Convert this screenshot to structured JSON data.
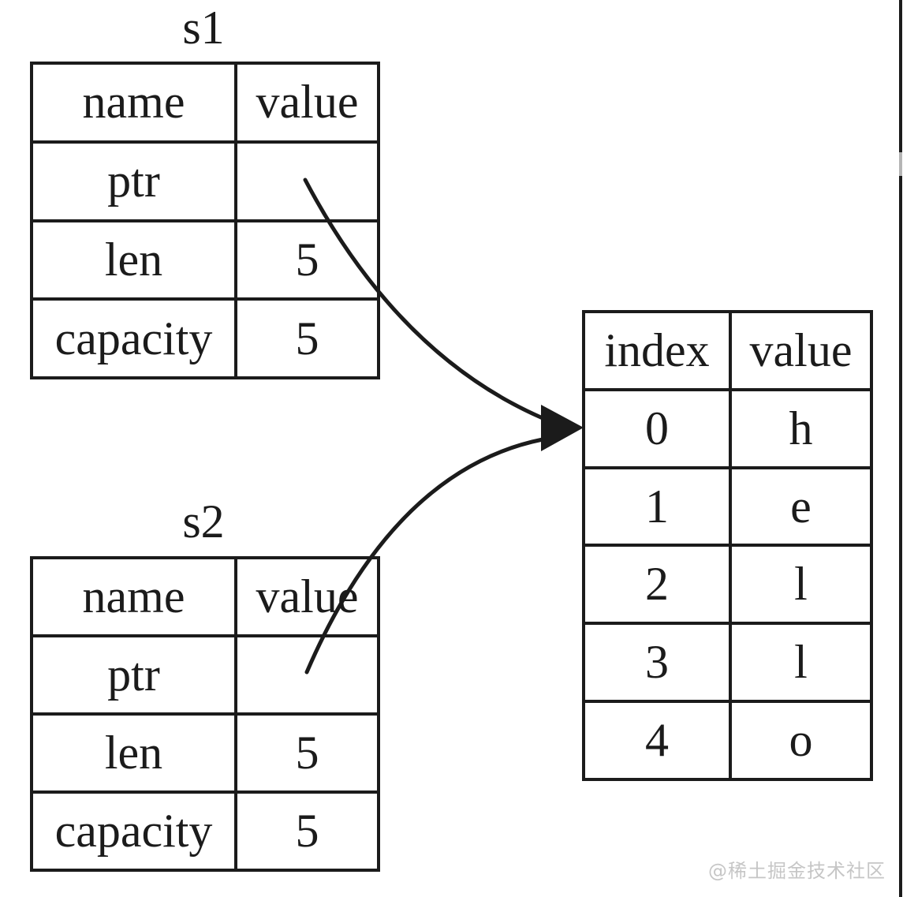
{
  "colors": {
    "line": "#1b1b1b",
    "background": "#ffffff",
    "watermark": "#c6c6c6"
  },
  "tables": {
    "s1": {
      "title": "s1",
      "headers": [
        "name",
        "value"
      ],
      "rows": [
        [
          "ptr",
          ""
        ],
        [
          "len",
          "5"
        ],
        [
          "capacity",
          "5"
        ]
      ]
    },
    "s2": {
      "title": "s2",
      "headers": [
        "name",
        "value"
      ],
      "rows": [
        [
          "ptr",
          ""
        ],
        [
          "len",
          "5"
        ],
        [
          "capacity",
          "5"
        ]
      ]
    },
    "heap": {
      "headers": [
        "index",
        "value"
      ],
      "rows": [
        [
          "0",
          "h"
        ],
        [
          "1",
          "e"
        ],
        [
          "2",
          "l"
        ],
        [
          "3",
          "l"
        ],
        [
          "4",
          "o"
        ]
      ]
    }
  },
  "watermark": {
    "text": "@稀土掘金技术社区"
  }
}
